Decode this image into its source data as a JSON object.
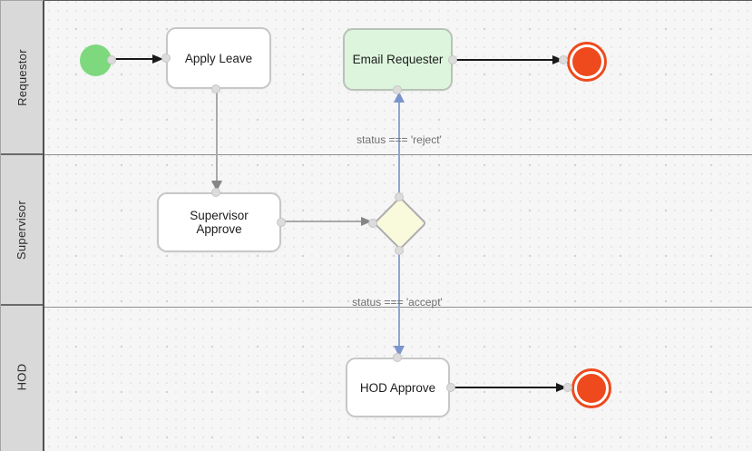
{
  "lanes": [
    {
      "label": "Requestor"
    },
    {
      "label": "Supervisor"
    },
    {
      "label": "HOD"
    }
  ],
  "nodes": {
    "start_event": {
      "type": "start-event",
      "color": "#7ed97e"
    },
    "apply_leave": {
      "label": "Apply Leave"
    },
    "email_requester": {
      "label": "Email Requester",
      "fill": "#ddf5dd"
    },
    "supervisor_approve": {
      "label": "Supervisor Approve"
    },
    "gateway": {
      "type": "decision-gateway",
      "fill": "#f9f9dc"
    },
    "hod_approve": {
      "label": "HOD Approve"
    },
    "end_event_top": {
      "type": "end-event",
      "color": "#ee4a1d"
    },
    "end_event_bottom": {
      "type": "end-event",
      "color": "#ee4a1d"
    }
  },
  "flows": {
    "reject": {
      "label": "status === 'reject'",
      "color": "#8ea4d4"
    },
    "accept": {
      "label": "status === 'accept'",
      "color": "#8ea4d4"
    }
  }
}
